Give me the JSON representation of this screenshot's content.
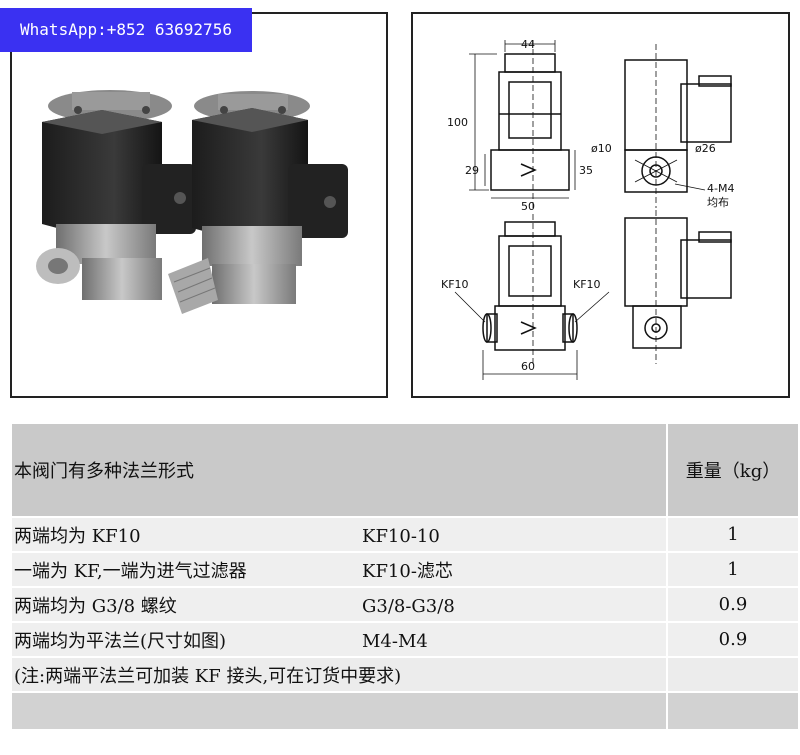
{
  "watermark": "WhatsApp:+852 63692756",
  "drawing": {
    "dim_44": "44",
    "dim_100": "100",
    "dim_29": "29",
    "dim_35": "35",
    "dim_50": "50",
    "dim_phi10": "ø10",
    "dim_phi26": "ø26",
    "dim_4m4": "4-M4",
    "dim_junbu": "均布",
    "kf10_left": "KF10",
    "kf10_right": "KF10",
    "dim_60": "60"
  },
  "table": {
    "header": {
      "description": "本阀门有多种法兰形式",
      "weight": "重量（kg）"
    },
    "rows": [
      {
        "description": "两端均为 KF10",
        "code": "KF10-10",
        "weight": "1"
      },
      {
        "description": "一端为 KF,一端为进气过滤器",
        "code": "KF10-滤芯",
        "weight": "1"
      },
      {
        "description": "两端均为 G3/8 螺纹",
        "code": "G3/8-G3/8",
        "weight": "0.9"
      },
      {
        "description": "两端均为平法兰(尺寸如图)",
        "code": "M4-M4",
        "weight": "0.9"
      }
    ],
    "note": "(注:两端平法兰可加装 KF 接头,可在订货中要求)"
  }
}
